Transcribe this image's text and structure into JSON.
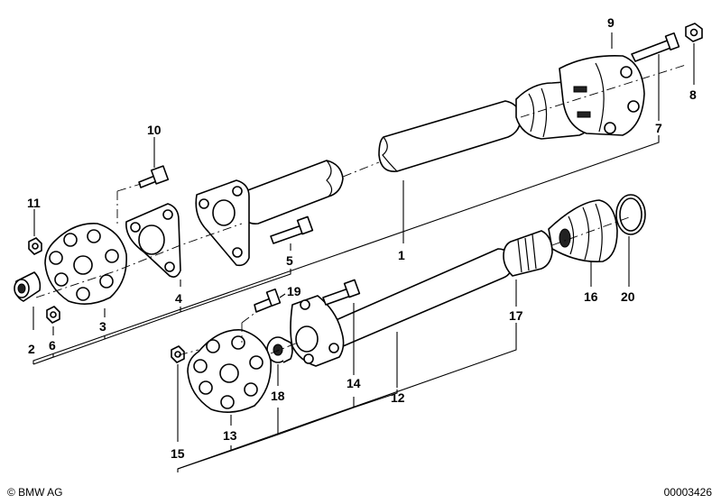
{
  "copyright": "© BMW AG",
  "document_number": "00003426",
  "callouts": [
    "1",
    "2",
    "3",
    "4",
    "5",
    "6",
    "7",
    "8",
    "9",
    "10",
    "11",
    "12",
    "13",
    "14",
    "15",
    "16",
    "17",
    "18",
    "19",
    "20"
  ]
}
